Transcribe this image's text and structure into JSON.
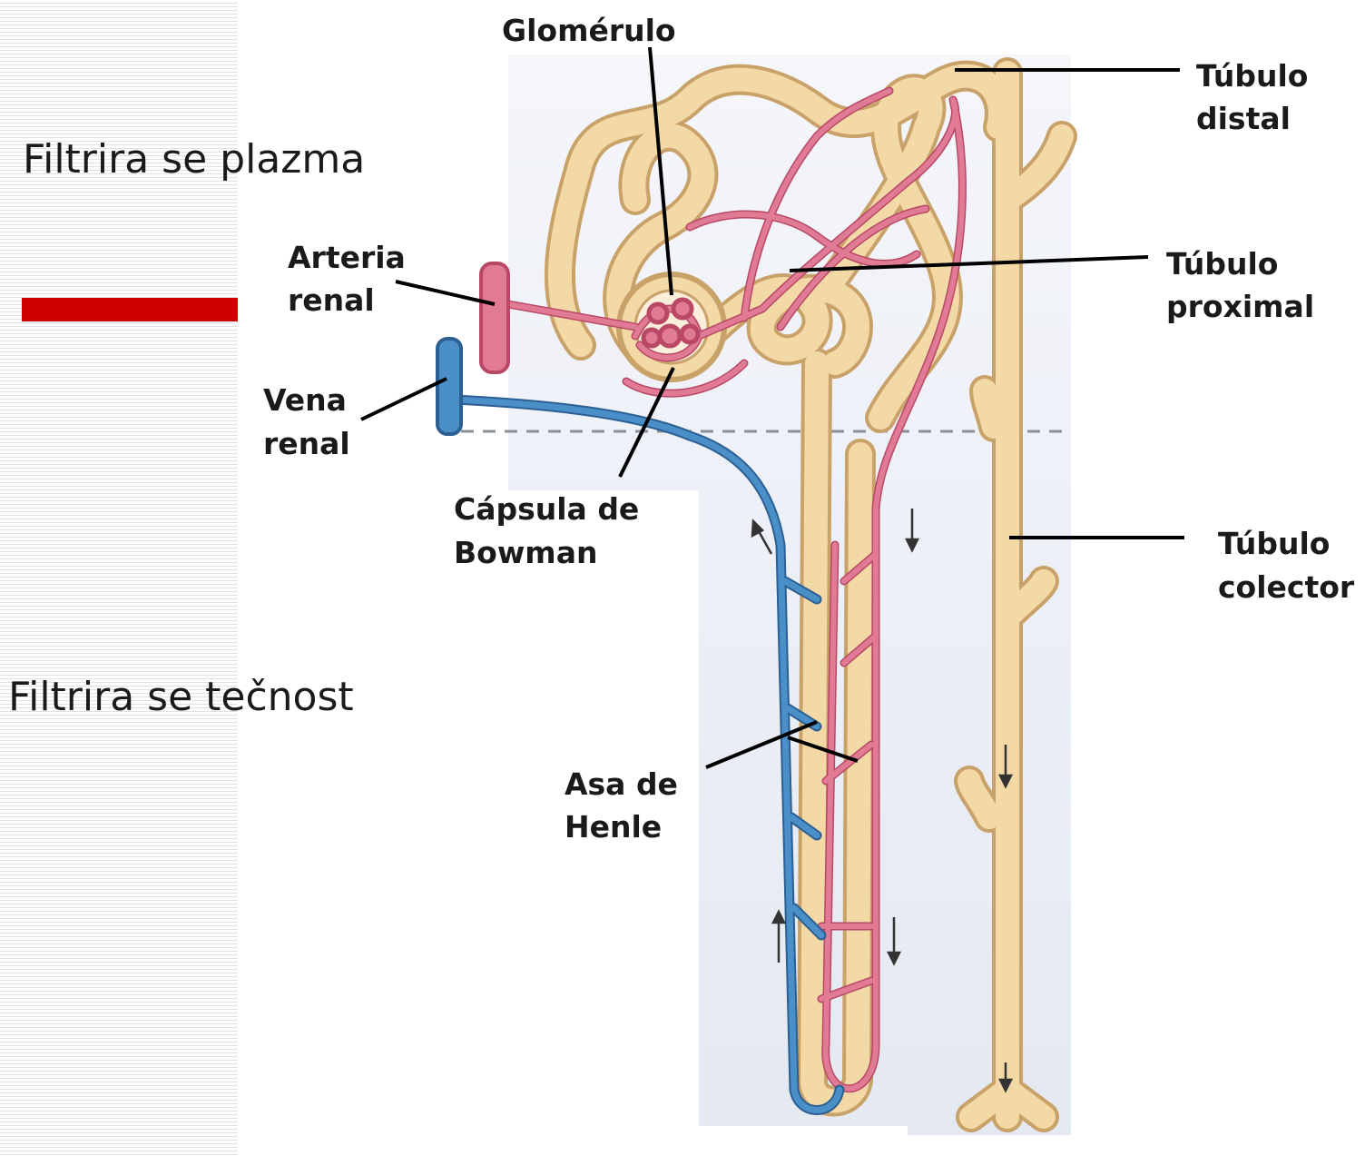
{
  "slide": {
    "text_top": "Filtrira se plazma",
    "text_bottom": "Filtrira se tečnost"
  },
  "diagram": {
    "labels": {
      "glomerulo": "Glomérulo",
      "tubulo_distal_1": "Túbulo",
      "tubulo_distal_2": "distal",
      "arteria_renal_1": "Arteria",
      "arteria_renal_2": "renal",
      "tubulo_proximal_1": "Túbulo",
      "tubulo_proximal_2": "proximal",
      "vena_renal_1": "Vena",
      "vena_renal_2": "renal",
      "capsula_1": "Cápsula de",
      "capsula_2": "Bowman",
      "tubulo_colector_1": "Túbulo",
      "tubulo_colector_2": "colector",
      "asa_1": "Asa de",
      "asa_2": "Henle"
    }
  },
  "colors": {
    "accent_bar": "#cc0000",
    "tubule": "#f2d9a6",
    "tubule_outline": "#c9a26a",
    "artery": "#e07a95",
    "artery_outline": "#b84866",
    "vein": "#4a8fc8",
    "vein_outline": "#2c5f92",
    "tissue_shade": "#e8ecf4"
  }
}
